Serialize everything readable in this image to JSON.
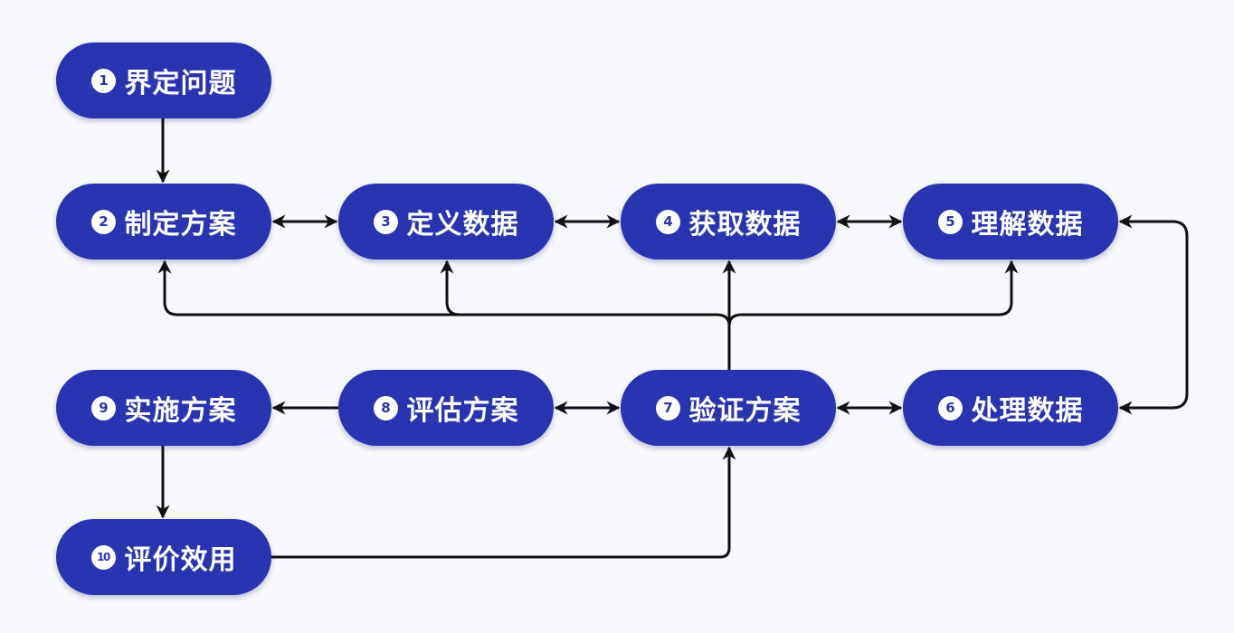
{
  "nodes": [
    {
      "id": "n1",
      "number": "1",
      "label": "界定问题"
    },
    {
      "id": "n2",
      "number": "2",
      "label": "制定方案"
    },
    {
      "id": "n3",
      "number": "3",
      "label": "定义数据"
    },
    {
      "id": "n4",
      "number": "4",
      "label": "获取数据"
    },
    {
      "id": "n5",
      "number": "5",
      "label": "理解数据"
    },
    {
      "id": "n6",
      "number": "6",
      "label": "处理数据"
    },
    {
      "id": "n7",
      "number": "7",
      "label": "验证方案"
    },
    {
      "id": "n8",
      "number": "8",
      "label": "评估方案"
    },
    {
      "id": "n9",
      "number": "9",
      "label": "实施方案"
    },
    {
      "id": "n10",
      "number": "10",
      "label": "评价效用"
    }
  ],
  "connections": [
    {
      "from": "1",
      "to": "2",
      "direction": "one-way"
    },
    {
      "from": "2",
      "to": "3",
      "direction": "two-way"
    },
    {
      "from": "3",
      "to": "4",
      "direction": "two-way"
    },
    {
      "from": "4",
      "to": "5",
      "direction": "two-way"
    },
    {
      "from": "5",
      "to": "6",
      "direction": "two-way"
    },
    {
      "from": "6",
      "to": "7",
      "direction": "two-way"
    },
    {
      "from": "8",
      "to": "7",
      "direction": "two-way"
    },
    {
      "from": "8",
      "to": "9",
      "direction": "one-way"
    },
    {
      "from": "9",
      "to": "10",
      "direction": "one-way"
    },
    {
      "from": "10",
      "to": "7",
      "direction": "one-way"
    },
    {
      "from": "7",
      "to": "2",
      "direction": "one-way"
    },
    {
      "from": "7",
      "to": "3",
      "direction": "one-way"
    },
    {
      "from": "7",
      "to": "4",
      "direction": "one-way"
    },
    {
      "from": "7",
      "to": "5",
      "direction": "one-way"
    }
  ],
  "colors": {
    "node_fill": "#2a33b0",
    "node_text": "#ffffff",
    "line": "#111111",
    "background": "#f7f8fb"
  }
}
